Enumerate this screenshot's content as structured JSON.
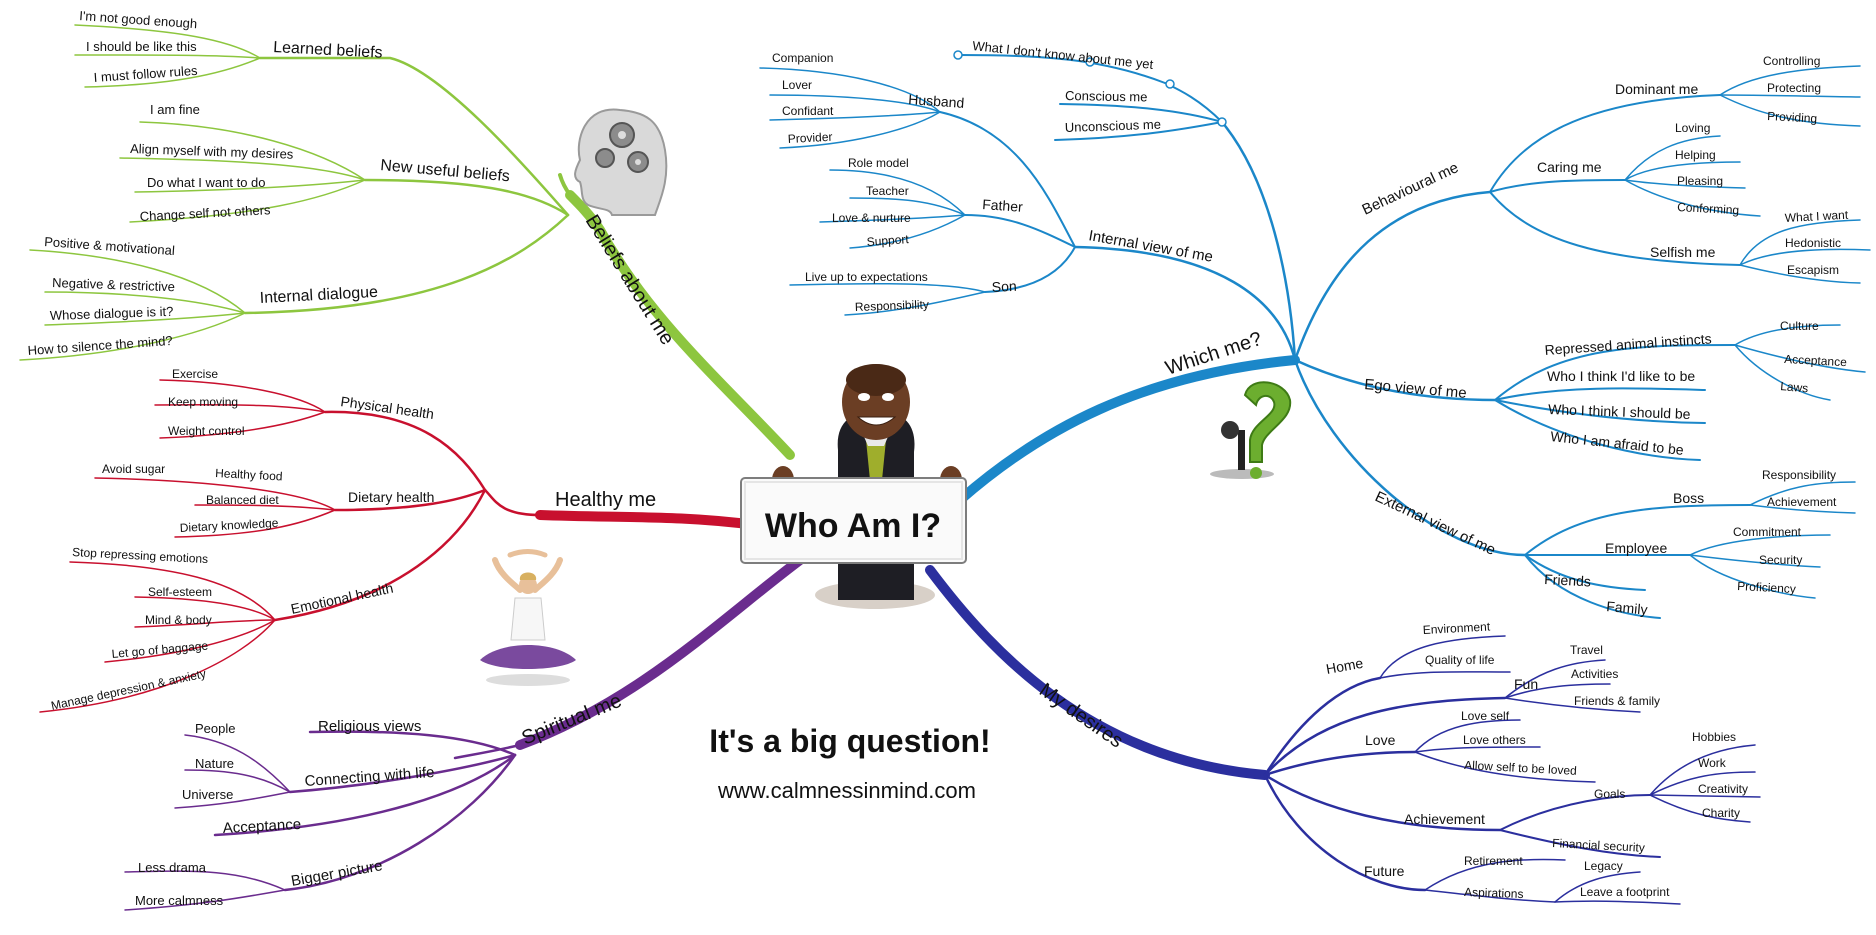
{
  "center": {
    "title": "Who Am I?"
  },
  "tagline": {
    "heading": "It's a big question!",
    "url": "www.calmnessinmind.com"
  },
  "colors": {
    "beliefs": "#8dc63f",
    "healthy": "#c8102e",
    "spiritual": "#6a2c8e",
    "which": "#1b87c9",
    "desires": "#2b2f9e"
  },
  "icons": [
    "gears-head-icon",
    "question-mark-figure-icon",
    "yoga-woman-icon",
    "businessman-icon"
  ],
  "main": {
    "beliefs": "Beliefs about me",
    "healthy": "Healthy me",
    "spiritual": "Spiritual me",
    "which": "Which me?",
    "desires": "My desires"
  },
  "beliefs": {
    "learned": {
      "label": "Learned beliefs",
      "items": [
        "I'm not good enough",
        "I should be like this",
        "I must follow rules"
      ]
    },
    "useful": {
      "label": "New useful beliefs",
      "items": [
        "I am fine",
        "Align myself with my desires",
        "Do what I want to do",
        "Change self not others"
      ]
    },
    "dialogue": {
      "label": "Internal dialogue",
      "items": [
        "Positive & motivational",
        "Negative & restrictive",
        "Whose dialogue is it?",
        "How to silence the mind?"
      ]
    }
  },
  "healthy": {
    "physical": {
      "label": "Physical health",
      "items": [
        "Exercise",
        "Keep moving",
        "Weight control"
      ]
    },
    "dietary": {
      "label": "Dietary health",
      "items": [
        "Avoid sugar",
        "Healthy food",
        "Balanced diet",
        "Dietary knowledge"
      ]
    },
    "emotional": {
      "label": "Emotional health",
      "items": [
        "Stop repressing emotions",
        "Self-esteem",
        "Mind & body",
        "Let go of baggage",
        "Manage depression & anxiety"
      ]
    }
  },
  "spiritual": {
    "religious": "Religious views",
    "connecting": {
      "label": "Connecting with life",
      "items": [
        "People",
        "Nature",
        "Universe"
      ]
    },
    "acceptance": "Acceptance",
    "bigger": {
      "label": "Bigger picture",
      "items": [
        "Less drama",
        "More calmness"
      ]
    }
  },
  "which": {
    "internal": {
      "label": "Internal view of me",
      "dontknow": "What I don't know about me yet",
      "conscious": "Conscious me",
      "unconscious": "Unconscious me",
      "husband": {
        "label": "Husband",
        "items": [
          "Companion",
          "Lover",
          "Confidant",
          "Provider"
        ]
      },
      "father": {
        "label": "Father",
        "items": [
          "Role model",
          "Teacher",
          "Love & nurture",
          "Support"
        ]
      },
      "son": {
        "label": "Son",
        "items": [
          "Live up to expectations",
          "Responsibility"
        ]
      }
    },
    "behavioural": {
      "label": "Behavioural me",
      "dominant": {
        "label": "Dominant me",
        "items": [
          "Controlling",
          "Protecting",
          "Providing"
        ]
      },
      "caring": {
        "label": "Caring me",
        "items": [
          "Loving",
          "Helping",
          "Pleasing",
          "Conforming"
        ]
      },
      "selfish": {
        "label": "Selfish me",
        "items": [
          "What I want",
          "Hedonistic",
          "Escapism"
        ]
      }
    },
    "ego": {
      "label": "Ego view of me",
      "repressed": {
        "label": "Repressed animal instincts",
        "items": [
          "Culture",
          "Acceptance",
          "Laws"
        ]
      },
      "items": [
        "Who I think I'd like to be",
        "Who I think I should be",
        "Who I am afraid to be"
      ]
    },
    "external": {
      "label": "External view of me",
      "boss": {
        "label": "Boss",
        "items": [
          "Responsibility",
          "Achievement"
        ]
      },
      "employee": {
        "label": "Employee",
        "items": [
          "Commitment",
          "Security",
          "Proficiency"
        ]
      },
      "friends": "Friends",
      "family": "Family"
    }
  },
  "desires": {
    "home": {
      "label": "Home",
      "items": [
        "Environment",
        "Quality of life"
      ]
    },
    "fun": {
      "label": "Fun",
      "items": [
        "Travel",
        "Activities",
        "Friends & family"
      ]
    },
    "love": {
      "label": "Love",
      "items": [
        "Love self",
        "Love others",
        "Allow self to be loved"
      ]
    },
    "achievement": {
      "label": "Achievement",
      "goals": {
        "label": "Goals",
        "items": [
          "Hobbies",
          "Work",
          "Creativity",
          "Charity"
        ]
      },
      "financial": "Financial security"
    },
    "future": {
      "label": "Future",
      "retirement": "Retirement",
      "aspirations": {
        "label": "Aspirations",
        "items": [
          "Legacy",
          "Leave a footprint"
        ]
      }
    }
  }
}
